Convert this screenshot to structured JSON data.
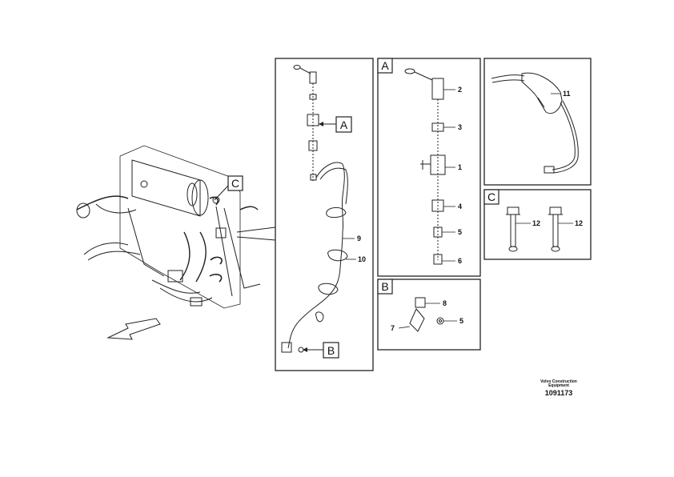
{
  "callouts": {
    "main_ref_C": "C",
    "harness_ref_A": "A",
    "harness_ref_B": "B",
    "harness_item_9": "9",
    "harness_item_10": "10"
  },
  "panel_A": {
    "label": "A",
    "items": [
      "2",
      "3",
      "1",
      "4",
      "5",
      "6"
    ]
  },
  "panel_B": {
    "label": "B",
    "items": [
      "8",
      "7",
      "5"
    ]
  },
  "panel_nozzle": {
    "item": "11"
  },
  "panel_C": {
    "label": "C",
    "items": [
      "12",
      "12"
    ]
  },
  "footer": {
    "brand_line1": "Volvo Construction",
    "brand_line2": "Equipment",
    "figure_number": "1091173"
  }
}
